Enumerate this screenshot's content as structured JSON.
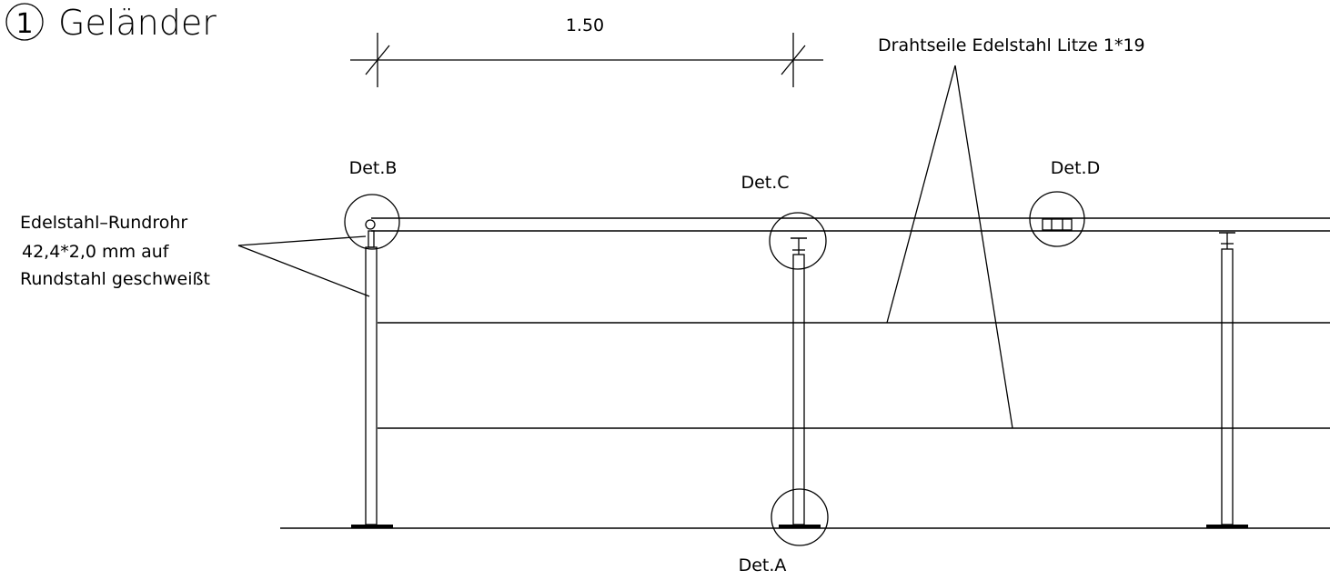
{
  "title": {
    "number": "1",
    "text": "Geländer"
  },
  "dimension": {
    "value": "1.50"
  },
  "labels": {
    "cable": "Drahtseile Edelstahl Litze 1*19",
    "tube_line1": "Edelstahl–Rundrohr",
    "tube_line2": "42,4*2,0 mm auf",
    "tube_line3": "Rundstahl geschweißt"
  },
  "details": {
    "b": "Det.B",
    "c": "Det.C",
    "d": "Det.D",
    "a": "Det.A"
  }
}
